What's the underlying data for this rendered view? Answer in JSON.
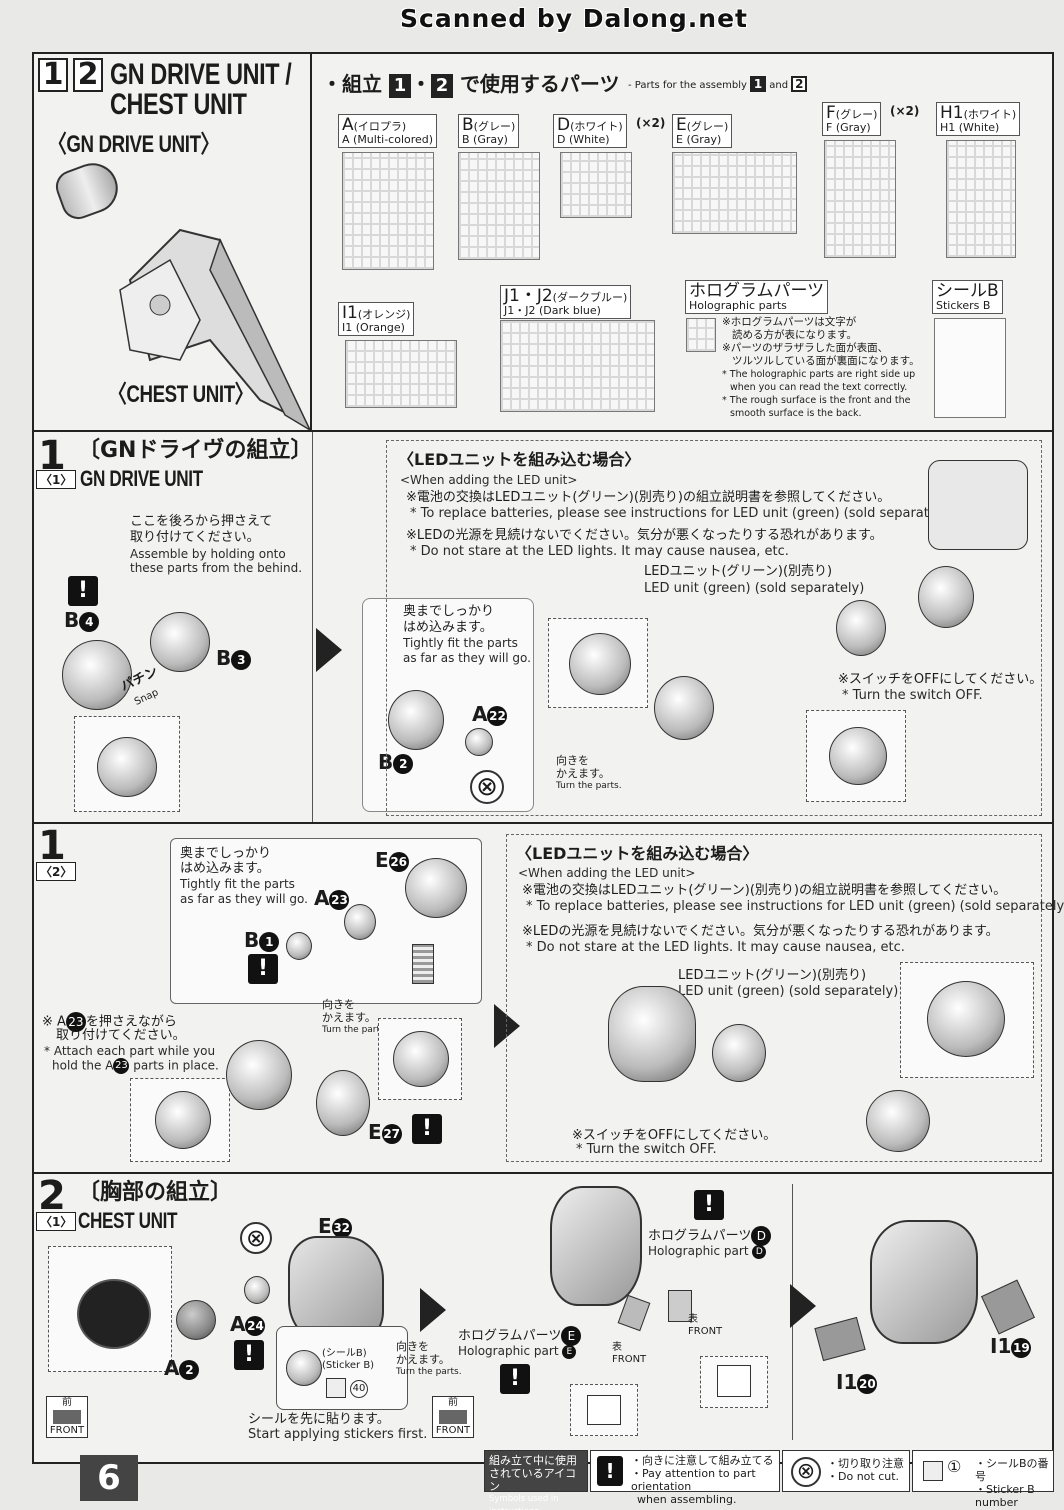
{
  "scan_banner": "Scanned by Dalong.net",
  "title": {
    "n1": "1",
    "n2": "2",
    "line1": "GN DRIVE UNIT /",
    "line2": "CHEST UNIT"
  },
  "left_labels": {
    "gn": "〈GN DRIVE UNIT〉",
    "chest": "〈CHEST UNIT〉"
  },
  "parts_header": {
    "jp": "・組立",
    "n1": "1",
    "dot": "・",
    "n2": "2",
    "jp2": "で使用するパーツ",
    "en": "- Parts for the assembly",
    "en_n1": "1",
    "en_and": "and",
    "en_n2": "2"
  },
  "runners": [
    {
      "code": "A",
      "jp": "(イロプラ)",
      "en": "A (Multi-colored)",
      "qty": ""
    },
    {
      "code": "B",
      "jp": "(グレー)",
      "en": "B (Gray)",
      "qty": ""
    },
    {
      "code": "D",
      "jp": "(ホワイト)",
      "en": "D (White)",
      "qty": "(×2)"
    },
    {
      "code": "E",
      "jp": "(グレー)",
      "en": "E (Gray)",
      "qty": ""
    },
    {
      "code": "F",
      "jp": "(グレー)",
      "en": "F (Gray)",
      "qty": "(×2)"
    },
    {
      "code": "H1",
      "jp": "(ホワイト)",
      "en": "H1 (White)",
      "qty": ""
    },
    {
      "code": "I1",
      "jp": "(オレンジ)",
      "en": "I1 (Orange)",
      "qty": ""
    },
    {
      "code": "J1・J2",
      "jp": "(ダークブルー)",
      "en": "J1・J2 (Dark blue)",
      "qty": ""
    }
  ],
  "holo": {
    "jp": "ホログラムパーツ",
    "en": "Holographic parts",
    "note_jp1": "※ホログラムパーツは文字が",
    "note_jp2": "読める方が表になります。",
    "note_jp3": "※パーツのザラザラした面が表面、",
    "note_jp4": "ツルツルしている面が裏面になります。",
    "note_en1": "* The holographic parts are right side up",
    "note_en2": "when you can read the text correctly.",
    "note_en3": "* The rough surface is the front and the",
    "note_en4": "smooth surface is the back."
  },
  "sticker": {
    "jp": "シールB",
    "en": "Stickers B"
  },
  "step1": {
    "num": "1",
    "title_jp": "〔GNドライヴの組立〕",
    "sub1": "〈1〉",
    "sub1_title": "GN DRIVE UNIT",
    "hold_jp1": "ここを後ろから押さえて",
    "hold_jp2": "取り付けてください。",
    "hold_en1": "Assemble by holding onto",
    "hold_en2": "these parts from the behind.",
    "snap_jp": "パチン",
    "snap_en": "Snap",
    "fit_jp1": "奥までしっかり",
    "fit_jp2": "はめ込みます。",
    "fit_en1": "Tightly fit the parts",
    "fit_en2": "as far as they will go.",
    "turn_jp1": "向きを",
    "turn_jp2": "かえます。",
    "turn_en": "Turn the parts.",
    "labels": {
      "b4": "B",
      "b4n": "4",
      "b3": "B",
      "b3n": "3",
      "b2": "B",
      "b2n": "2",
      "a22": "A",
      "a22n": "22"
    },
    "led_title": "〈LEDユニットを組み込む場合〉",
    "led_en": "<When adding the LED unit>",
    "led_jp1": "※電池の交換はLEDユニット(グリーン)(別売り)の組立説明書を参照してください。",
    "led_en1": "* To replace batteries, please see instructions for LED unit (green) (sold separately).",
    "led_jp2": "※LEDの光源を見続けないでください。気分が悪くなったりする恐れがあります。",
    "led_en2": "* Do not stare at the LED lights. It may cause nausea, etc.",
    "led_unit_jp": "LEDユニット(グリーン)(別売り)",
    "led_unit_en": "LED unit (green) (sold separately)",
    "switch_jp": "※スイッチをOFFにしてください。",
    "switch_en": "* Turn the switch OFF."
  },
  "step1b": {
    "num": "1",
    "sub": "〈2〉",
    "fit_jp1": "奥までしっかり",
    "fit_jp2": "はめ込みます。",
    "fit_en1": "Tightly fit the parts",
    "fit_en2": "as far as they will go.",
    "hold_jp1": "※ A",
    "hold_jp1n": "23",
    "hold_jp1b": "を押さえながら",
    "hold_jp2": "取り付けてください。",
    "hold_en1": "* Attach each part while you",
    "hold_en2": "hold the A",
    "hold_en2n": "23",
    "hold_en2b": " parts in place.",
    "turn_jp1": "向きを",
    "turn_jp2": "かえます。",
    "turn_en": "Turn the parts.",
    "labels": {
      "e26": "E",
      "e26n": "26",
      "a23": "A",
      "a23n": "23",
      "b1": "B",
      "b1n": "1",
      "e27": "E",
      "e27n": "27"
    },
    "led_title": "〈LEDユニットを組み込む場合〉",
    "led_en": "<When adding the LED unit>",
    "led_jp1": "※電池の交換はLEDユニット(グリーン)(別売り)の組立説明書を参照してください。",
    "led_en1": "* To replace batteries, please see instructions for LED unit (green) (sold separately).",
    "led_jp2": "※LEDの光源を見続けないでください。気分が悪くなったりする恐れがあります。",
    "led_en2": "* Do not stare at the LED lights. It may cause nausea, etc.",
    "led_unit_jp": "LEDユニット(グリーン)(別売り)",
    "led_unit_en": "LED unit (green) (sold separately)",
    "switch_jp": "※スイッチをOFFにしてください。",
    "switch_en": "* Turn the switch OFF."
  },
  "step2": {
    "num": "2",
    "title_jp": "〔胸部の組立〕",
    "sub1": "〈1〉",
    "sub1_title": "CHEST UNIT",
    "labels": {
      "e32": "E",
      "e32n": "32",
      "a24": "A",
      "a24n": "24",
      "a2": "A",
      "a2n": "2",
      "i19": "I1",
      "i19n": "19",
      "i20": "I1",
      "i20n": "20"
    },
    "sticker_jp": "(シールB)",
    "sticker_en": "(Sticker B)",
    "sticker_n": "40",
    "sticker_first_jp": "シールを先に貼ります。",
    "sticker_first_en": "Start applying stickers first.",
    "front_jp": "前",
    "front_en": "FRONT",
    "front_jp2": "表",
    "turn_jp1": "向きを",
    "turn_jp2": "かえます。",
    "turn_en": "Turn the parts.",
    "holo_d_jp": "ホログラムパーツ",
    "holo_d_code": "D",
    "holo_d_en": "Holographic part",
    "holo_e_jp": "ホログラムパーツ",
    "holo_e_code": "E",
    "holo_e_en": "Holographic part"
  },
  "footer": {
    "page": "6",
    "icons_jp1": "組み立て中に使用",
    "icons_jp2": "されているアイコン",
    "icons_en": "Symbols used in instructions",
    "att_jp": "・向きに注意して組み立てる",
    "att_en1": "・Pay attention to part orientation",
    "att_en2": "when assembling.",
    "cut_jp": "・切り取り注意",
    "cut_en": "・Do not cut.",
    "stk_jp": "・シールBの番号",
    "stk_en": "・Sticker B number",
    "stk_sym": "①"
  },
  "colors": {
    "ink": "#1c1c1c",
    "paper": "#f2f2f0",
    "accent": "#222222"
  }
}
